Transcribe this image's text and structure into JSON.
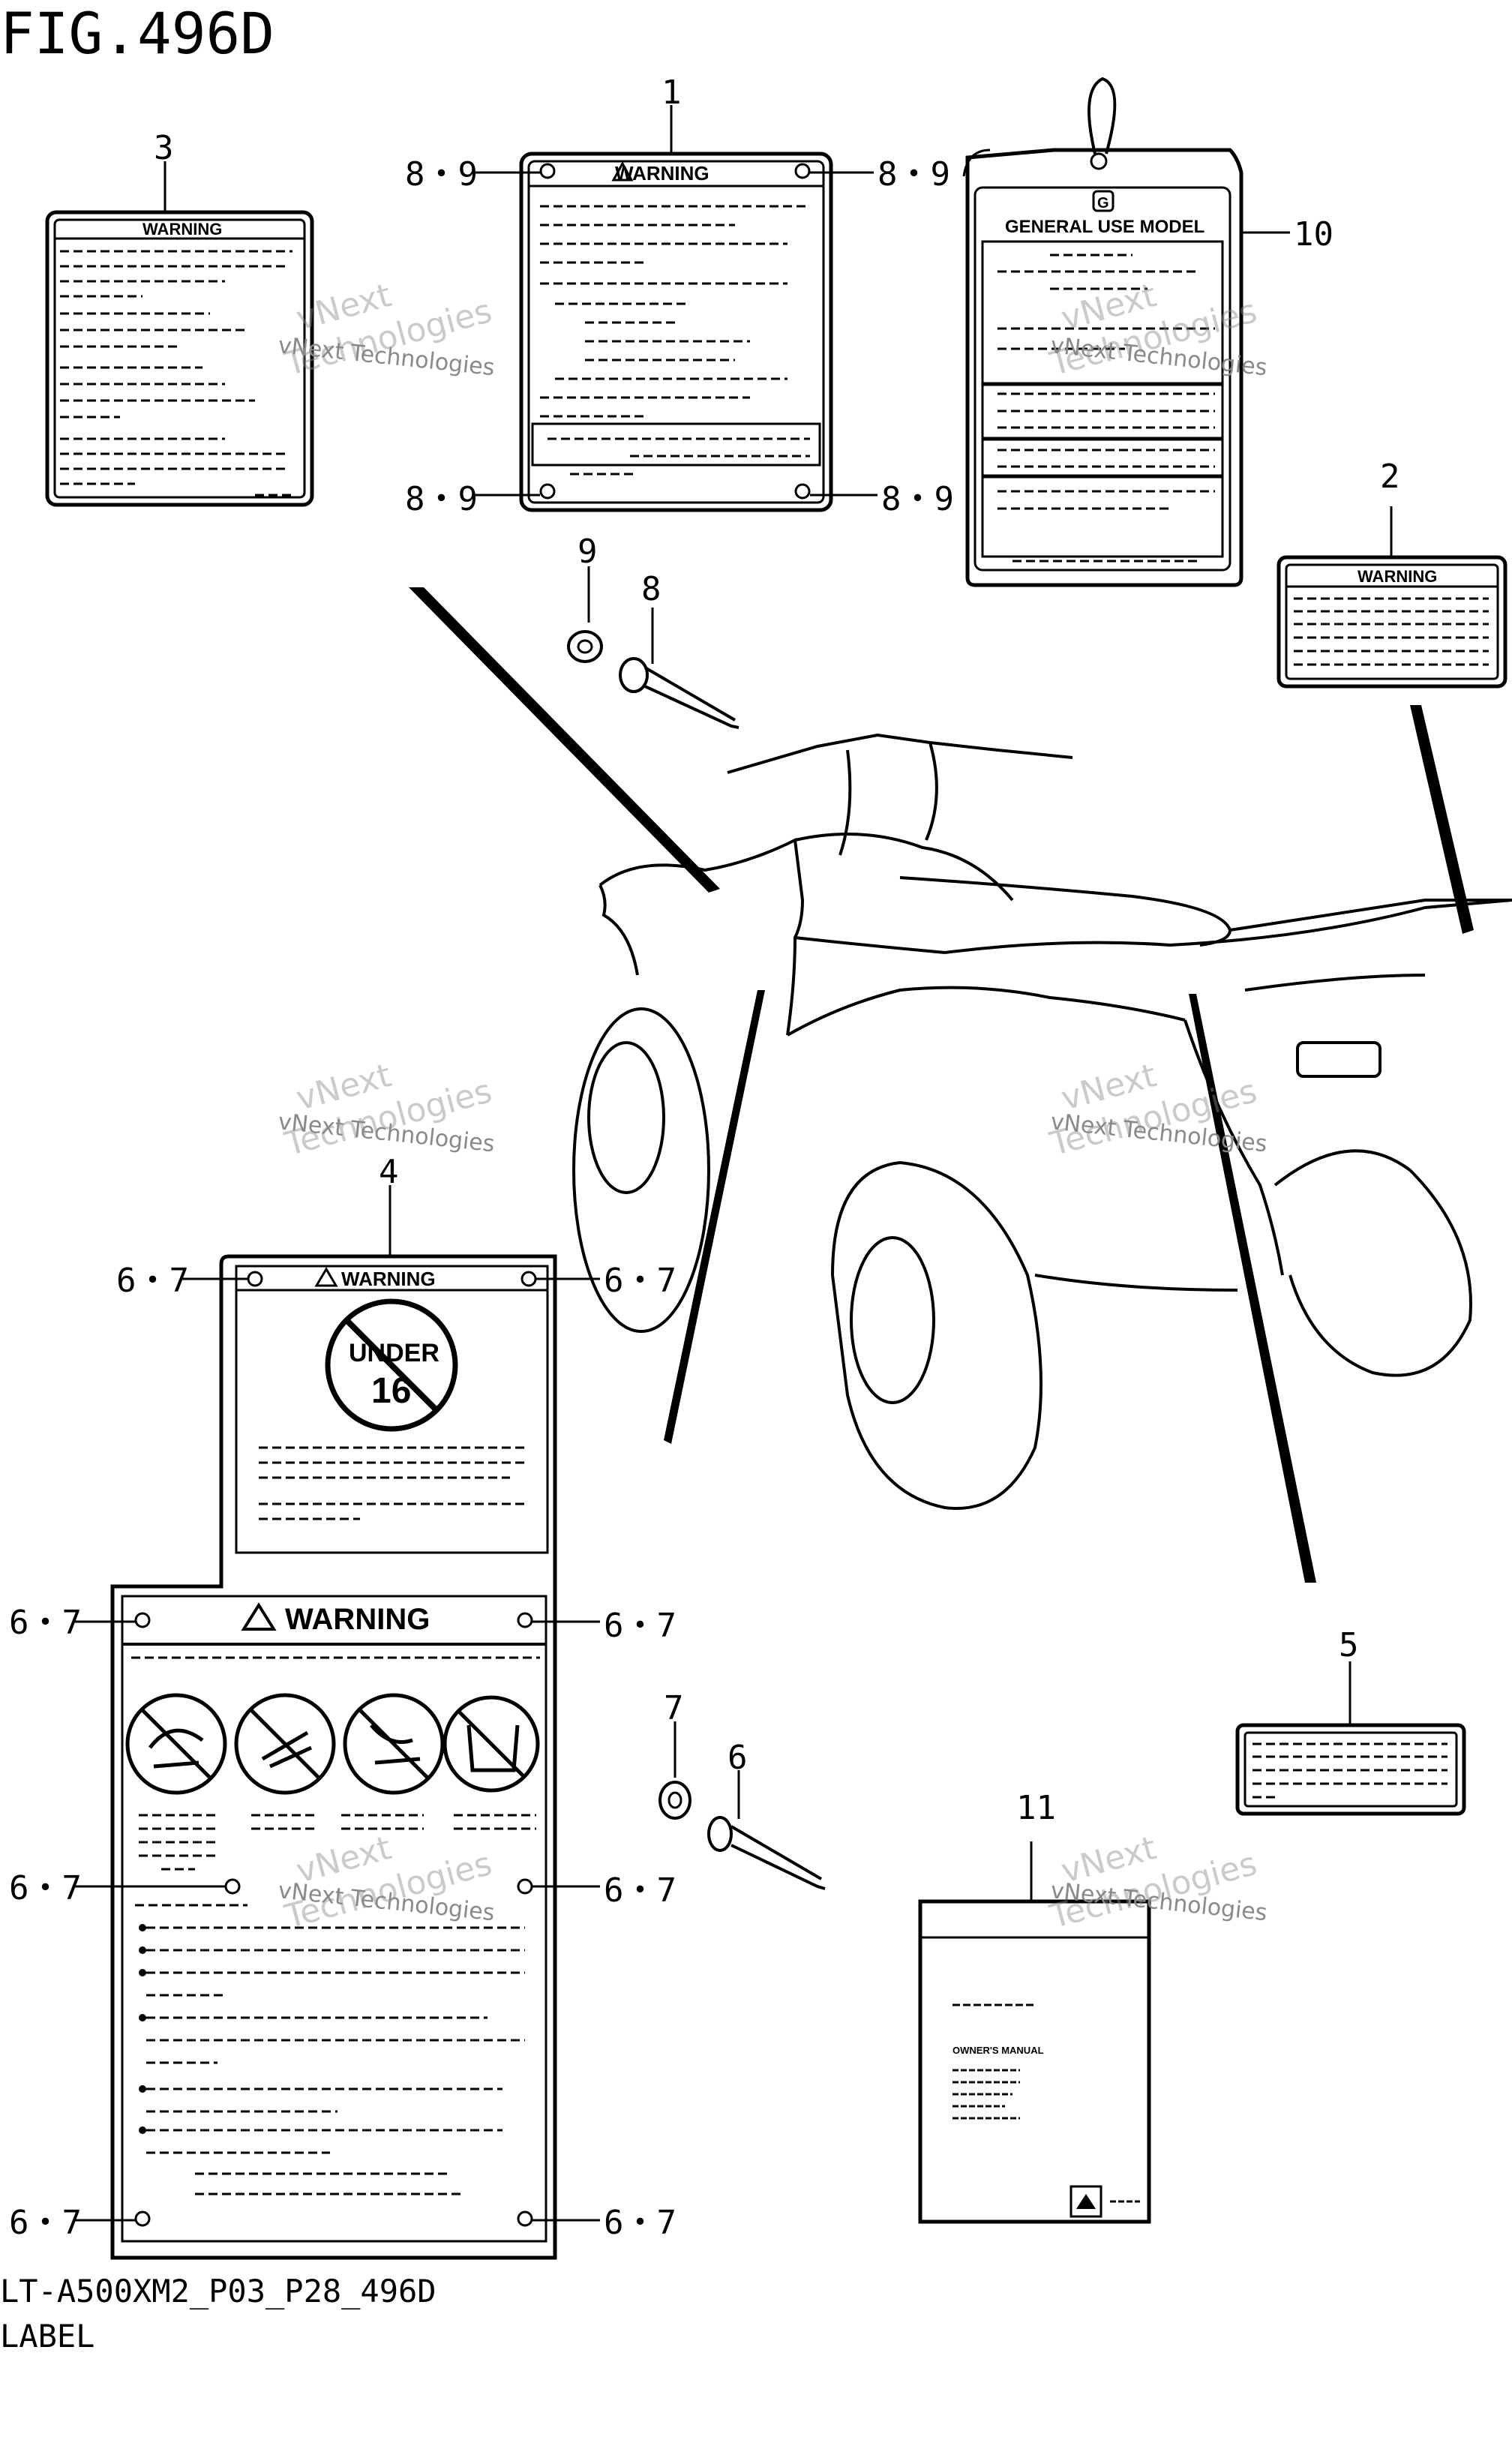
{
  "figure_title": "FIG.496D",
  "footer": {
    "code": "LT-A500XM2_P03_P28_496D",
    "name": "LABEL"
  },
  "callouts": {
    "c1": "1",
    "c2": "2",
    "c3": "3",
    "c4": "4",
    "c5": "5",
    "c6": "6",
    "c7": "7",
    "c8": "8",
    "c9": "9",
    "c10": "10",
    "c11": "11",
    "c89": "8・9",
    "c67": "6・7"
  },
  "label_text": {
    "warning": "WARNING",
    "general_use_model": "GENERAL USE MODEL",
    "g_mark": "G",
    "under": "UNDER",
    "age": "16",
    "owners_manual": "OWNER'S MANUAL"
  },
  "watermark": {
    "line1": "vNext",
    "line2": "vNext Technologies",
    "line3": "Technologies"
  }
}
